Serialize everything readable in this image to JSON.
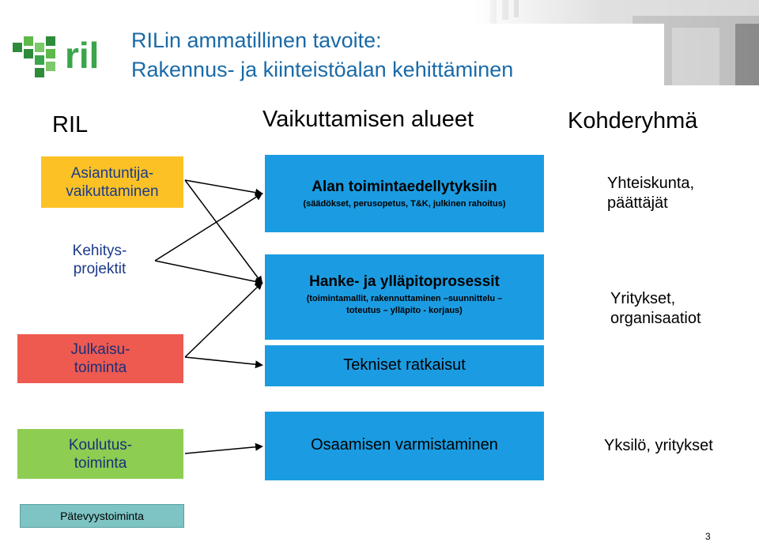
{
  "header": {
    "title_line1": "RILin ammatillinen tavoite:",
    "title_line2": "Rakennus- ja kiinteistöalan kehittäminen"
  },
  "logo": {
    "text": "ril"
  },
  "columns": {
    "left": "RIL",
    "middle": "Vaikuttamisen alueet",
    "right": "Kohderyhmä"
  },
  "left_items": [
    {
      "line1": "Asiantuntija-",
      "line2": "vaikuttaminen",
      "color": "#fcc225"
    },
    {
      "line1": "Kehitys-",
      "line2": "projektit",
      "color": "#fcc225"
    },
    {
      "line1": "Julkaisu-",
      "line2": "toiminta",
      "color": "#ee5a50"
    },
    {
      "line1": "Koulutus-",
      "line2": "toiminta",
      "color": "#8ccd52"
    },
    {
      "line1": "Pätevyystoiminta",
      "color": "#7ec4c4"
    }
  ],
  "areas": [
    {
      "title": "Alan toimintaedellytyksiin",
      "subtitle": "(säädökset, perusopetus, T&K, julkinen rahoitus)"
    },
    {
      "title": "Hanke- ja ylläpitoprosessit",
      "subtitle_line1": "(toimintamallit, rakennuttaminen –suunnittelu –",
      "subtitle_line2": "toteutus – ylläpito - korjaus)"
    },
    {
      "title": "Tekniset ratkaisut"
    },
    {
      "title": "Osaamisen varmistaminen"
    }
  ],
  "targets": [
    {
      "line1": "Yhteiskunta,",
      "line2": "päättäjät"
    },
    {
      "line1": "Yritykset,",
      "line2": "organisaatiot"
    },
    {
      "line1": "Yksilö, yritykset"
    }
  ],
  "page_number": "3",
  "colors": {
    "title_blue": "#1a6aa8",
    "box_blue": "#1b9ce2",
    "logo_green": "#3aa54a"
  }
}
